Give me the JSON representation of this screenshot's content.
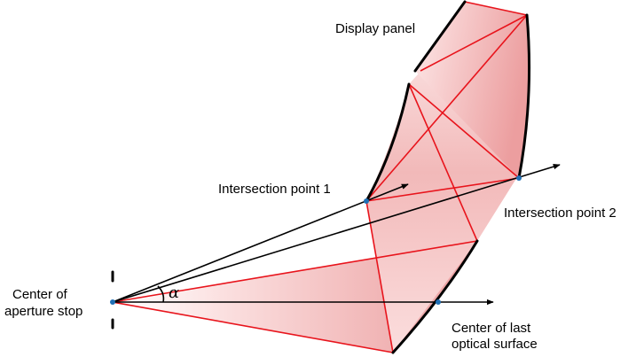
{
  "labels": {
    "display_panel": "Display panel",
    "intersection_point_1": "Intersection point 1",
    "intersection_point_2": "Intersection point 2",
    "center_aperture_line1": "Center of",
    "center_aperture_line2": "aperture stop",
    "center_last_line1": "Center of last",
    "center_last_line2": "optical surface",
    "angle_symbol": "α"
  },
  "colors": {
    "ray": "#e8141c",
    "surface": "#000000",
    "point": "#1f6fb5",
    "fill_strong": "#e98f90",
    "fill_light": "#fbe3e3"
  }
}
